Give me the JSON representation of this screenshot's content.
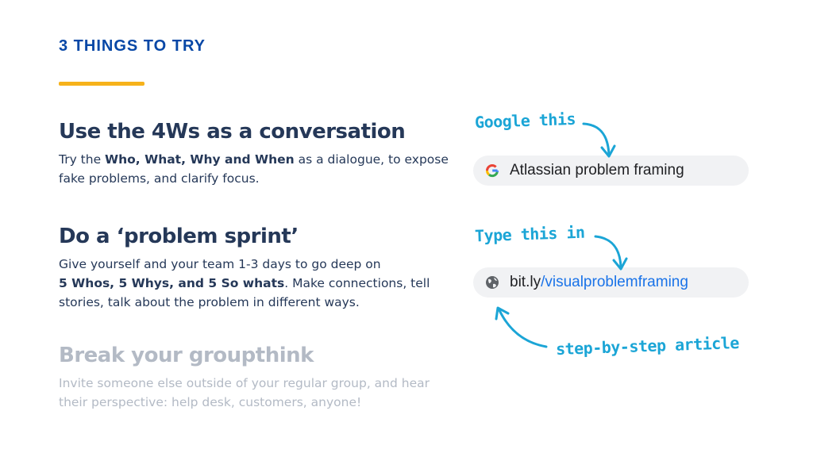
{
  "slide": {
    "eyebrow": "3 THINGS TO TRY",
    "accent_color": "#f6b21b",
    "eyebrow_color": "#0747a6"
  },
  "items": [
    {
      "title": "Use the 4Ws as a conversation",
      "body": [
        {
          "text": "Try the ",
          "bold": false
        },
        {
          "text": "Who, What, Why and When",
          "bold": true
        },
        {
          "text": " as a dialogue, to expose fake problems, and clarify focus.",
          "bold": false
        }
      ],
      "muted": false
    },
    {
      "title": "Do a ‘problem sprint’",
      "body": [
        {
          "text": "Give yourself and your team 1-3 days to go deep on ",
          "bold": false
        },
        {
          "text": "5 Whos, 5 Whys, and 5 So whats",
          "bold": true,
          "break_before": true
        },
        {
          "text": ". Make connections, tell stories, talk about the problem in different ways.",
          "bold": false
        }
      ],
      "muted": false
    },
    {
      "title": "Break your groupthink",
      "body": [
        {
          "text": "Invite someone else outside of your regular group, and hear their perspective: help desk, customers, anyone!",
          "bold": false
        }
      ],
      "muted": true
    }
  ],
  "callouts": {
    "google_note": "Google this",
    "google_search": "Atlassian problem framing",
    "link_note": "Type this in",
    "link_domain": "bit.ly",
    "link_path": "/visualproblemframing",
    "article_note": "step-by-step article",
    "note_color": "#1ba5d6",
    "link_color": "#1a73e8",
    "google_icon": "google-g-icon",
    "globe_icon": "globe-icon"
  }
}
